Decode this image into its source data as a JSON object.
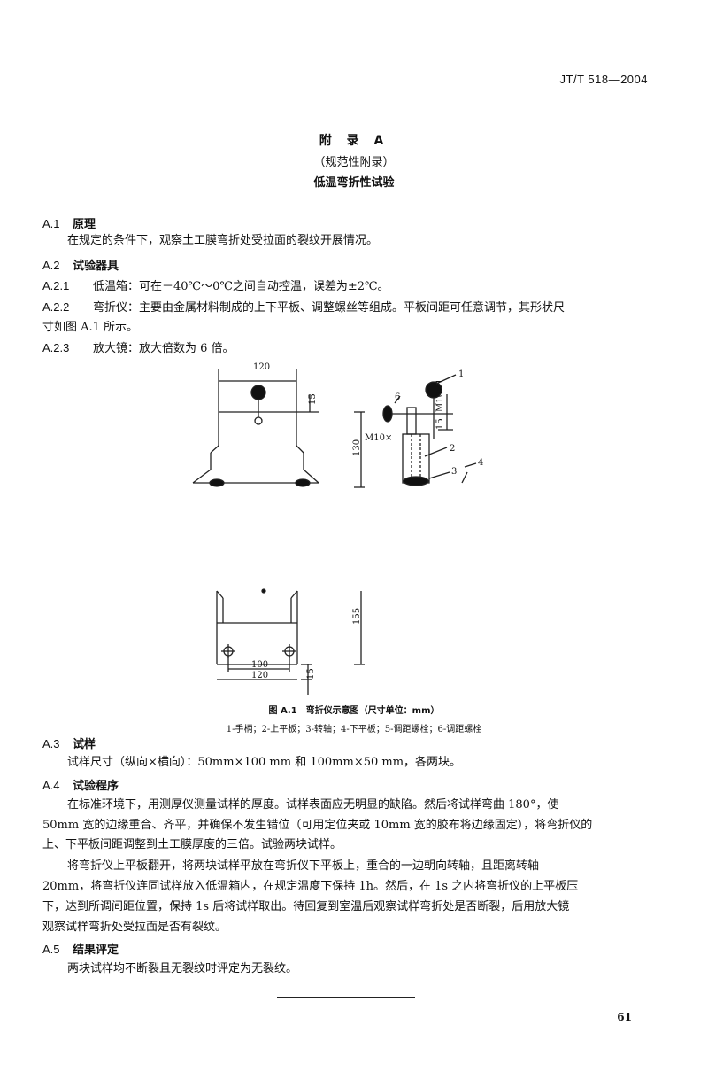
{
  "header": {
    "standard_no": "JT/T 518—2004"
  },
  "title": {
    "appendix": "附  录  A",
    "nature": "（规范性附录）",
    "name": "低温弯折性试验"
  },
  "sections": {
    "a1": {
      "num": "A.1",
      "title": "原理",
      "text": "在规定的条件下，观察土工膜弯折处受拉面的裂纹开展情况。"
    },
    "a2": {
      "num": "A.2",
      "title": "试验器具",
      "a21": {
        "num": "A.2.1",
        "text": "低温箱：可在－40℃～0℃之间自动控温，误差为±2℃。"
      },
      "a22": {
        "num": "A.2.2",
        "text_l1": "弯折仪：主要由金属材料制成的上下平板、调整螺丝等组成。平板间距可任意调节，其形状尺",
        "text_l2": "寸如图 A.1 所示。"
      },
      "a23": {
        "num": "A.2.3",
        "text": "放大镜：放大倍数为 6 倍。"
      }
    },
    "a3": {
      "num": "A.3",
      "title": "试样",
      "text": "试样尺寸（纵向×横向）：50mm×100 mm 和 100mm×50 mm，各两块。"
    },
    "a4": {
      "num": "A.4",
      "title": "试验程序",
      "p1_l1": "在标准环境下，用测厚仪测量试样的厚度。试样表面应无明显的缺陷。然后将试样弯曲 180°，使",
      "p1_l2": "50mm 宽的边缘重合、齐平，并确保不发生错位（可用定位夹或 10mm 宽的胶布将边缘固定），将弯折仪的",
      "p1_l3": "上、下平板间距调整到土工膜厚度的三倍。试验两块试样。",
      "p2_l1": "将弯折仪上平板翻开，将两块试样平放在弯折仪下平板上，重合的一边朝向转轴，且距离转轴",
      "p2_l2": "20mm，将弯折仪连同试样放入低温箱内，在规定温度下保持 1h。然后，在 1s 之内将弯折仪的上平板压",
      "p2_l3": "下，达到所调间距位置，保持 1s 后将试样取出。待回复到室温后观察试样弯折处是否断裂，后用放大镜",
      "p2_l4": "观察试样弯折处受拉面是否有裂纹。"
    },
    "a5": {
      "num": "A.5",
      "title": "结果评定",
      "text": "两块试样均不断裂且无裂纹时评定为无裂纹。"
    }
  },
  "figure": {
    "caption": "图 A.1　弯折仪示意图（尺寸单位：mm）",
    "legend": "1-手柄；2-上平板；3-转轴；4-下平板；5-调距螺栓；6-调距螺栓",
    "dims": {
      "d120_top": "120",
      "d15_top": "15",
      "d130": "130",
      "d155": "155",
      "d100": "100",
      "d120_bot": "120",
      "d15_bot": "15",
      "m10_a": "M10×1",
      "m10_b": "M10×",
      "d15_side": "15"
    },
    "labels": {
      "l1": "1",
      "l2": "2",
      "l3": "3",
      "l4": "4",
      "l6": "6"
    }
  },
  "footer": {
    "page": "61"
  }
}
